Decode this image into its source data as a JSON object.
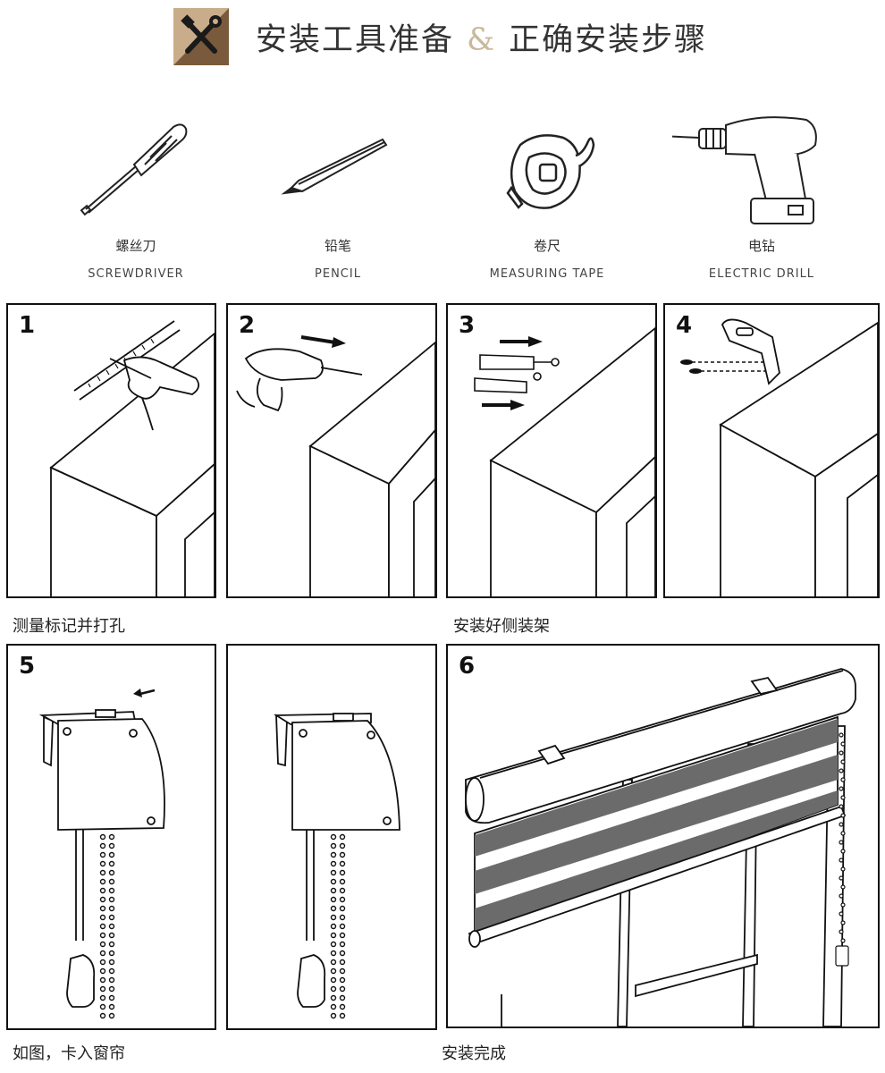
{
  "header": {
    "title_left": "安装工具准备",
    "ampersand": "&",
    "title_right": "正确安装步骤",
    "logo_icon": "tools-icon"
  },
  "tools": [
    {
      "cn": "螺丝刀",
      "en": "SCREWDRIVER",
      "icon": "screwdriver-icon"
    },
    {
      "cn": "铅笔",
      "en": "PENCIL",
      "icon": "pencil-icon"
    },
    {
      "cn": "卷尺",
      "en": "MEASURING TAPE",
      "icon": "measuring-tape-icon"
    },
    {
      "cn": "电钻",
      "en": "ELECTRIC DRILL",
      "icon": "electric-drill-icon"
    }
  ],
  "steps": [
    {
      "num": "1"
    },
    {
      "num": "2"
    },
    {
      "num": "3"
    },
    {
      "num": "4"
    },
    {
      "num": "5"
    },
    {
      "num": "6"
    }
  ],
  "captions": {
    "row1_left": "测量标记并打孔",
    "row1_right": "安装好侧装架",
    "row2_left": "如图，卡入窗帘",
    "row2_right": "安装完成"
  },
  "colors": {
    "logo_dark": "#7a5a3c",
    "logo_light": "#c9ad8a",
    "ampersand": "#c9b99a",
    "blind_stripe": "#6b6b6b"
  }
}
